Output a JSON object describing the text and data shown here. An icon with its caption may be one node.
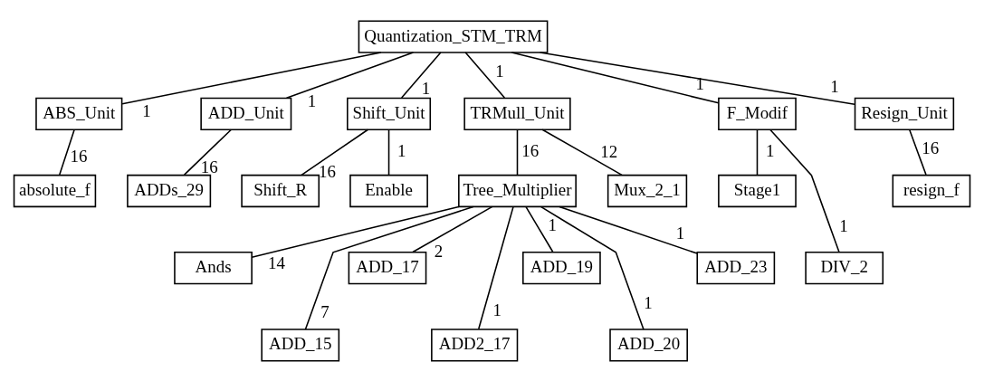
{
  "diagram": {
    "nodes": [
      {
        "text": [
          "Quantization_STM_TRM"
        ]
      },
      {
        "text": [
          "ABS_Unit"
        ]
      },
      {
        "text": [
          "ADD_Unit"
        ]
      },
      {
        "text": [
          "Shift_Unit"
        ]
      },
      {
        "text": [
          "TRMull_Unit"
        ]
      },
      {
        "text": [
          "F_Modif"
        ]
      },
      {
        "text": [
          "Resign_Unit"
        ]
      },
      {
        "text": [
          "absolute_f"
        ]
      },
      {
        "text": [
          "ADDs_29"
        ]
      },
      {
        "text": [
          "Shift_R"
        ]
      },
      {
        "text": [
          "Enable"
        ]
      },
      {
        "text": [
          "Tree_Multiplier"
        ]
      },
      {
        "text": [
          "Mux_2_1"
        ]
      },
      {
        "text": [
          "Stage1"
        ]
      },
      {
        "text": [
          "resign_f"
        ]
      },
      {
        "text": [
          "DIV_2"
        ]
      },
      {
        "text": [
          "Ands"
        ]
      },
      {
        "text": [
          "ADD_17"
        ]
      },
      {
        "text": [
          "ADD_19"
        ]
      },
      {
        "text": [
          "ADD_23"
        ]
      },
      {
        "text": [
          "ADD_15"
        ]
      },
      {
        "text": [
          "ADD2_17"
        ]
      },
      {
        "text": [
          "ADD_20"
        ]
      }
    ],
    "edges": [
      {
        "from": 0,
        "to": 1,
        "arrow": "none",
        "label": "1"
      },
      {
        "from": 0,
        "to": 2,
        "arrow": "none",
        "label": "1"
      },
      {
        "from": 0,
        "to": 3,
        "arrow": "none",
        "label": "1"
      },
      {
        "from": 0,
        "to": 4,
        "arrow": "none",
        "label": "1"
      },
      {
        "from": 0,
        "to": 5,
        "arrow": "none",
        "label": "1"
      },
      {
        "from": 0,
        "to": 6,
        "arrow": "none",
        "label": "1"
      },
      {
        "from": 1,
        "to": 7,
        "arrow": "none",
        "label": "16"
      },
      {
        "from": 2,
        "to": 8,
        "arrow": "none",
        "label": "16"
      },
      {
        "from": 3,
        "to": 9,
        "arrow": "none",
        "label": "16"
      },
      {
        "from": 3,
        "to": 10,
        "arrow": "none",
        "label": "1"
      },
      {
        "from": 4,
        "to": 11,
        "arrow": "none",
        "label": "16"
      },
      {
        "from": 4,
        "to": 12,
        "arrow": "none",
        "label": "12"
      },
      {
        "from": 5,
        "to": 13,
        "arrow": "none",
        "label": "1"
      },
      {
        "from": 5,
        "to": 15,
        "arrow": "none",
        "label": "1"
      },
      {
        "from": 6,
        "to": 14,
        "arrow": "none",
        "label": "16"
      },
      {
        "from": 11,
        "to": 16,
        "arrow": "none",
        "label": "14"
      },
      {
        "from": 11,
        "to": 20,
        "arrow": "none",
        "label": "7"
      },
      {
        "from": 11,
        "to": 17,
        "arrow": "none",
        "label": "2"
      },
      {
        "from": 11,
        "to": 21,
        "arrow": "none",
        "label": "1"
      },
      {
        "from": 11,
        "to": 18,
        "arrow": "none",
        "label": "1"
      },
      {
        "from": 11,
        "to": 22,
        "arrow": "none",
        "label": "1"
      },
      {
        "from": 11,
        "to": 19,
        "arrow": "none",
        "label": "1"
      }
    ]
  }
}
